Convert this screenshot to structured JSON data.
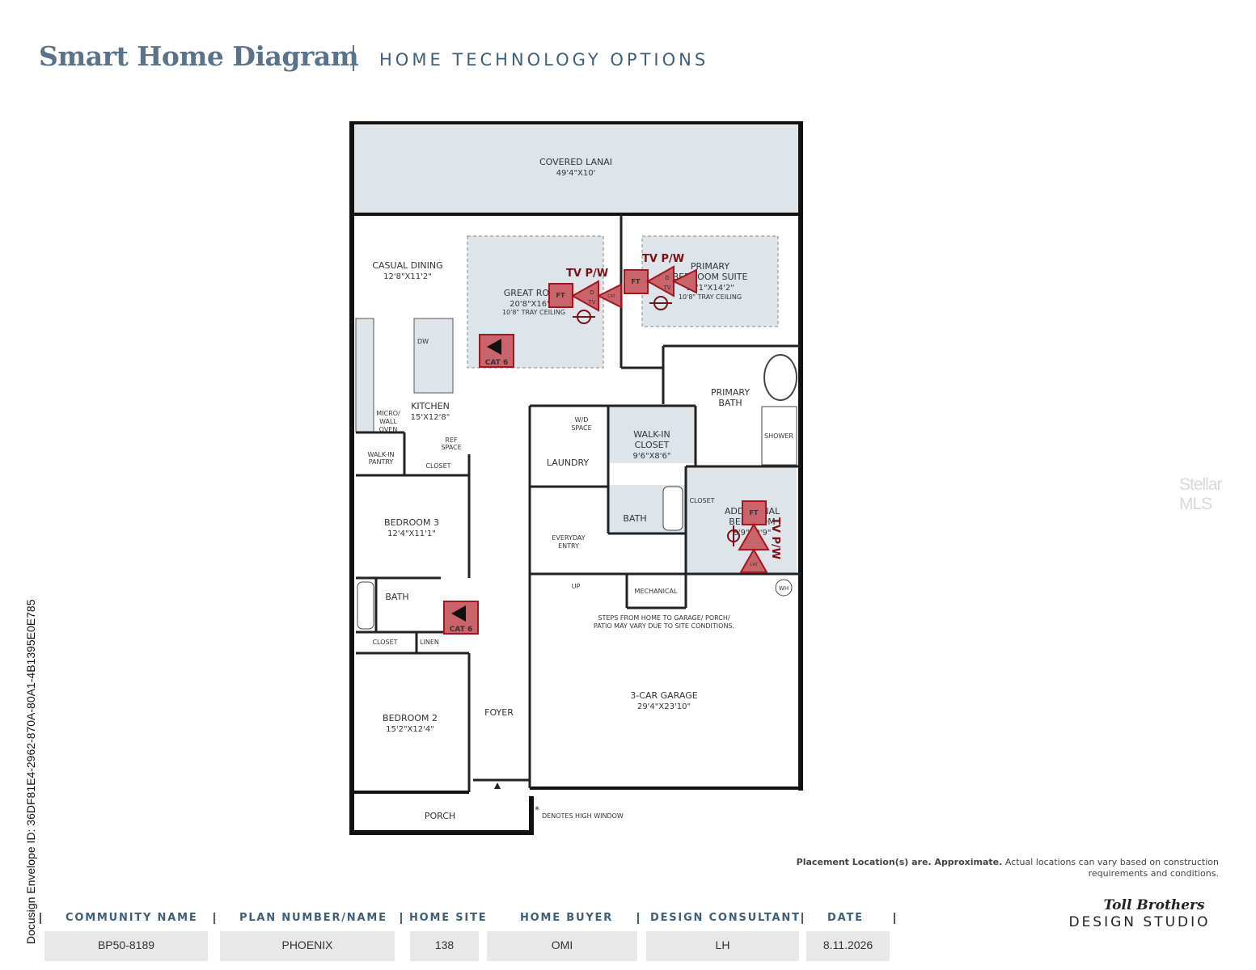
{
  "header": {
    "title": "Smart Home Diagram",
    "subtitle": "HOME TECHNOLOGY OPTIONS"
  },
  "rooms": {
    "lanai": {
      "name": "COVERED LANAI",
      "dim": "49'4\"X10'"
    },
    "casual_dining": {
      "name": "CASUAL DINING",
      "dim": "12'8\"X11'2\""
    },
    "great_room": {
      "name": "GREAT ROOM",
      "dim": "20'8\"X16'8\"",
      "note": "10'8\" TRAY CEILING"
    },
    "primary_suite": {
      "name1": "PRIMARY",
      "name2": "BEDROOM SUITE",
      "dim": "15'1\"X14'2\"",
      "note": "10'8\" TRAY CEILING"
    },
    "kitchen": {
      "name": "KITCHEN",
      "dim": "15'X12'8\""
    },
    "dw": "DW",
    "micro": {
      "l1": "MICRO/",
      "l2": "WALL",
      "l3": "OVEN"
    },
    "pantry": {
      "l1": "WALK-IN",
      "l2": "PANTRY"
    },
    "ref": {
      "l1": "REF",
      "l2": "SPACE"
    },
    "closet": "CLOSET",
    "primary_bath": {
      "l1": "PRIMARY",
      "l2": "BATH"
    },
    "shower": "SHOWER",
    "wic": {
      "l1": "WALK-IN",
      "l2": "CLOSET",
      "dim": "9'6\"X8'6\""
    },
    "wd": {
      "l1": "W/D",
      "l2": "SPACE"
    },
    "laundry": "LAUNDRY",
    "bath": "BATH",
    "add_bed": {
      "l1": "ADDITIONAL",
      "l2": "BEDROOM",
      "dim": "8'9\"X9'9\""
    },
    "bed3": {
      "name": "BEDROOM 3",
      "dim": "12'4\"X11'1\""
    },
    "everyday": {
      "l1": "EVERYDAY",
      "l2": "ENTRY"
    },
    "up": "UP",
    "mechanical": "MECHANICAL",
    "wh": "WH",
    "steps": {
      "l1": "STEPS FROM HOME TO GARAGE/ PORCH/",
      "l2": "PATIO MAY VARY DUE TO SITE CONDITIONS."
    },
    "linen": "LINEN",
    "garage": {
      "name": "3-CAR GARAGE",
      "dim": "29'4\"X23'10\""
    },
    "bed2": {
      "name": "BEDROOM 2",
      "dim": "15'2\"X12'4\""
    },
    "foyer": "FOYER",
    "porch": "PORCH",
    "high_window_mark": "*",
    "high_window": "DENOTES HIGH WINDOW"
  },
  "markers": {
    "tvpw": "TV P/W",
    "cat6": "CAT 6",
    "ft": "FT",
    "d": "D",
    "tv": "TV",
    "cat": "CAT"
  },
  "colors": {
    "accent": "#5a7388",
    "marker_fill": "#c9656a",
    "marker_stroke": "#a3161d",
    "shade": "#dde4ea"
  },
  "note": {
    "bold": "Placement Location(s) are. Approximate.",
    "rest": " Actual locations can vary based on construction",
    "line2": "requirements and conditions."
  },
  "docusign": "Docusign Envelope ID: 36DF81E4-2962-870A-80A1-4B1395E0E785",
  "watermark": "Stellar MLS",
  "logo": {
    "brand": "Toll Brothers",
    "sub": "DESIGN STUDIO"
  },
  "footer": [
    {
      "label": "COMMUNITY NAME",
      "value": "BP50-8189"
    },
    {
      "label": "PLAN NUMBER/NAME",
      "value": "PHOENIX"
    },
    {
      "label": "HOME SITE",
      "value": "138"
    },
    {
      "label": "HOME BUYER",
      "value": "OMI"
    },
    {
      "label": "DESIGN CONSULTANT",
      "value": "LH"
    },
    {
      "label": "DATE",
      "value": "8.11.2026"
    }
  ]
}
